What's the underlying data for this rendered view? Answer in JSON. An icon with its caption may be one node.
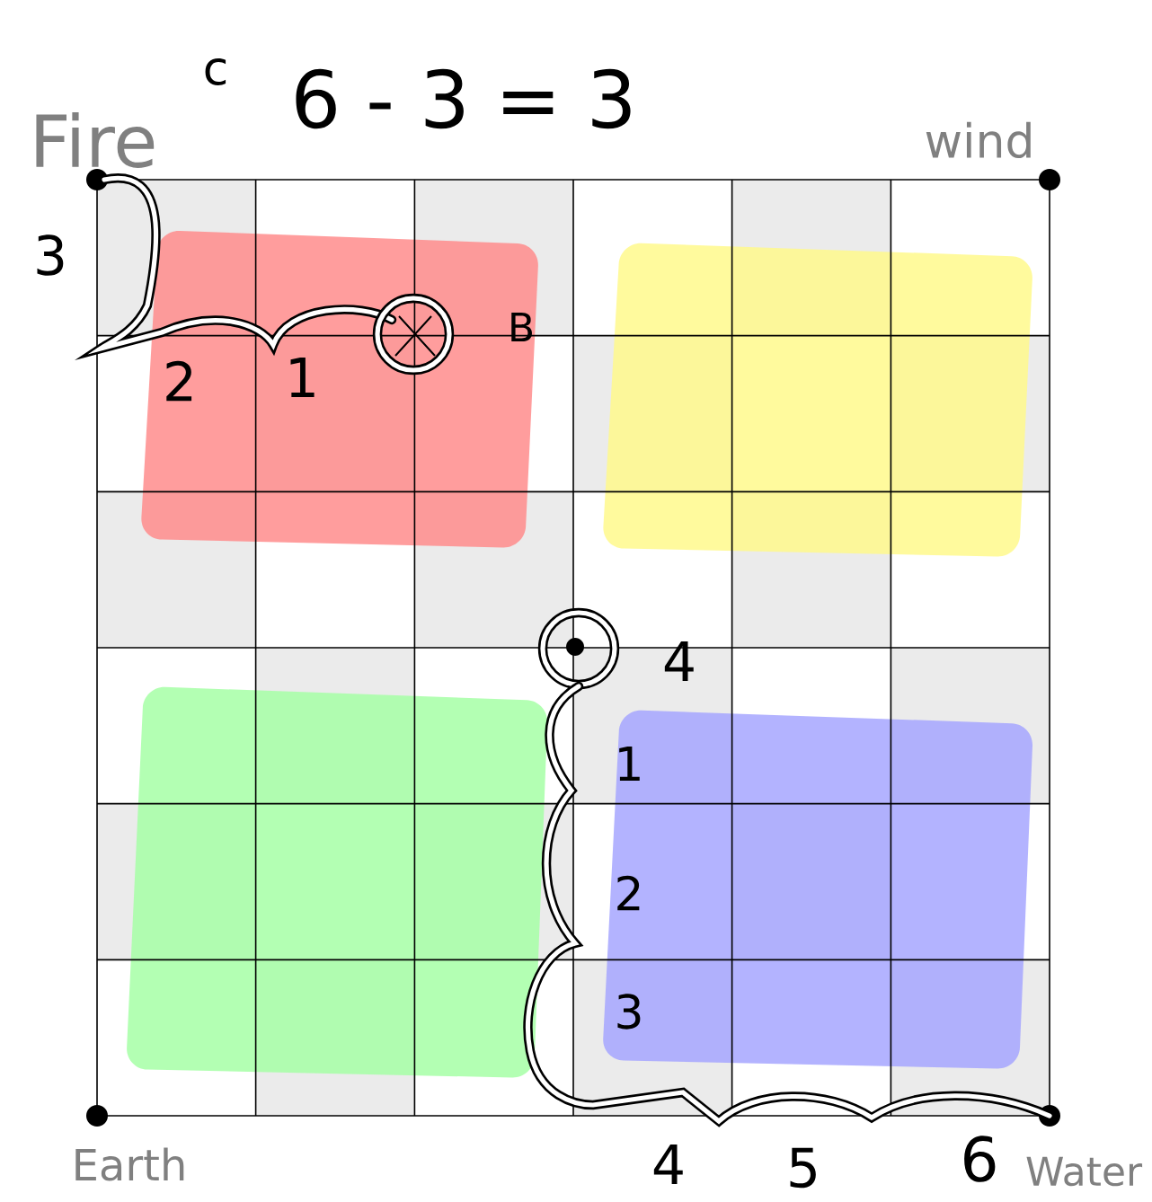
{
  "diagram": {
    "labels": [
      "Fire",
      "c",
      "6 - 3 = 3",
      "wind",
      "3",
      "B",
      "2",
      "1",
      "4",
      "1",
      "2",
      "3",
      "Earth",
      "4",
      "5",
      "6",
      "Water"
    ]
  }
}
